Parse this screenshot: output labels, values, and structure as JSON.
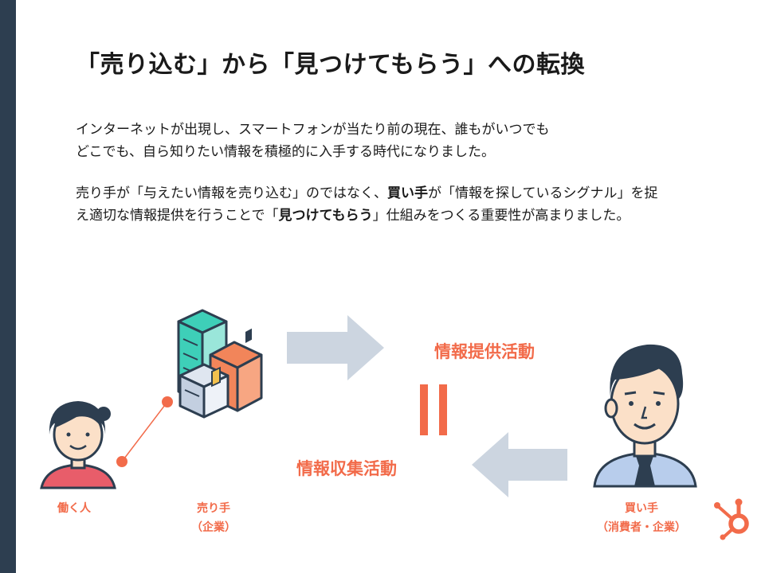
{
  "title": "「売り込む」から「見つけてもらう」への転換",
  "paragraph1": {
    "line1": "インターネットが出現し、スマートフォンが当たり前の現在、誰もがいつでも",
    "line2": "どこでも、自ら知りたい情報を積極的に入手する時代になりました。"
  },
  "paragraph2": {
    "l1_a": "売り手が「与えたい情報を売り込む」のではなく、",
    "l1_b": "買い手",
    "l1_c": "が「情報を探しているシグナル」を捉",
    "l2_a": "え適切な情報提供を行うことで「",
    "l2_b": "見つけてもらう",
    "l2_c": "」仕組みをつくる重要性が高まりました。"
  },
  "diagram": {
    "provide_label": "情報提供活動",
    "collect_label": "情報収集活動",
    "equals": "=",
    "worker": {
      "label": "働く人"
    },
    "seller": {
      "line1": "売り手",
      "line2": "（企業）"
    },
    "buyer": {
      "line1": "買い手",
      "line2": "（消費者・企業）"
    }
  },
  "colors": {
    "accent": "#f26b4a",
    "sidebar": "#2d3e50",
    "arrow": "#ccd5e0",
    "navy": "#2d3e50"
  }
}
